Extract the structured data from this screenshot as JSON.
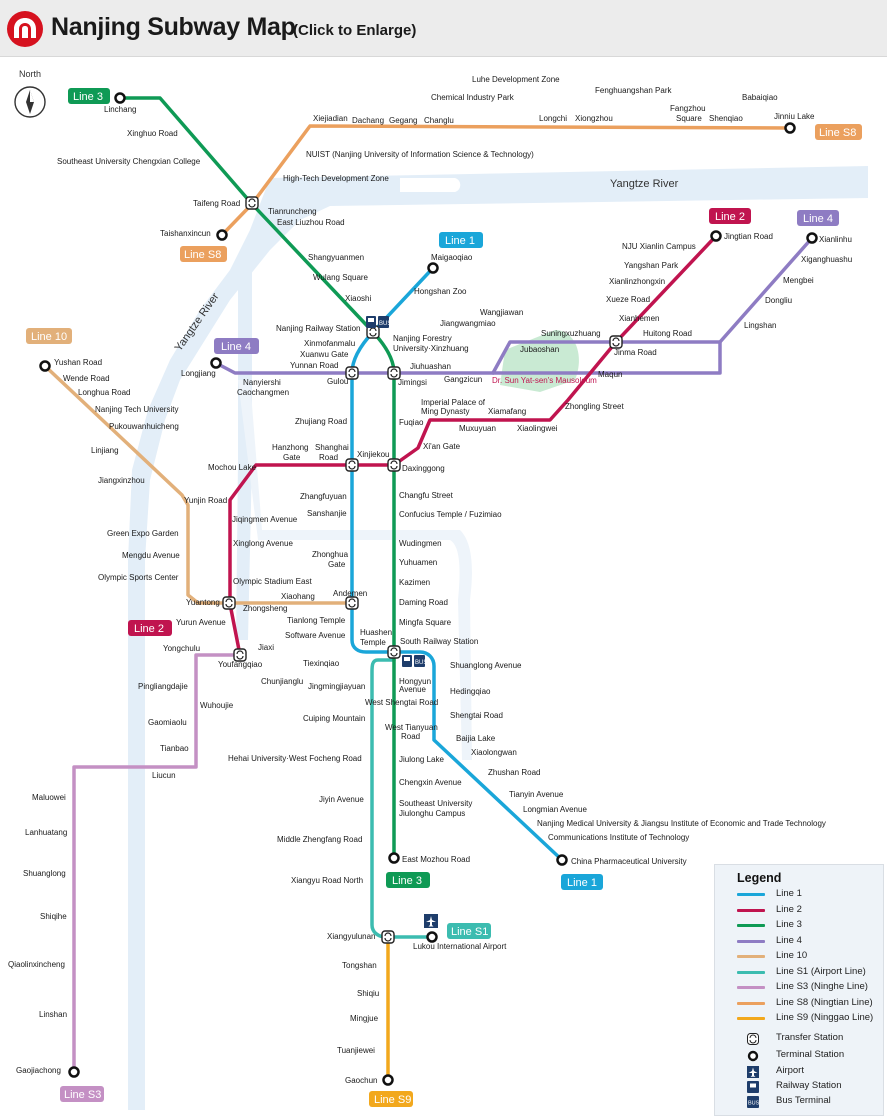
{
  "header": {
    "title": "Nanjing Subway Map",
    "subtitle": "(Click to Enlarge)"
  },
  "compass": {
    "label": "North"
  },
  "colors": {
    "line1": "#1aa6d9",
    "line2": "#c0144f",
    "line3": "#0f9a55",
    "line4": "#8e7cc3",
    "line10": "#e2b07a",
    "lineS1": "#3cbcb0",
    "lineS3": "#c490c4",
    "lineS8": "#eba05e",
    "lineS9": "#f2a81d",
    "river": "#e3eef8",
    "park": "#c9ead3"
  },
  "geo_labels": {
    "yangtze_river_north": "Yangtze River",
    "yangtze_river_west": "Yangtze River",
    "mausoleum": "Dr. Sun Yat-sen's Mausoleum"
  },
  "line_tags": {
    "line3_north": "Line 3",
    "line3_south": "Line 3",
    "line1_north": "Line 1",
    "line1_south": "Line 1",
    "line2_east": "Line 2",
    "line2_west": "Line 2",
    "line4_east": "Line 4",
    "line4_west": "Line 4",
    "line10": "Line 10",
    "lineS8_east": "Line S8",
    "lineS8_west": "Line S8",
    "lineS1": "Line S1",
    "lineS3": "Line S3",
    "lineS9": "Line S9"
  },
  "stations": {
    "linchang": "Linchang",
    "xinghuo_road": "Xinghuo Road",
    "southeast_chengxian": "Southeast University Chengxian College",
    "taifeng_road": "Taifeng Road",
    "taishanxincun": "Taishanxincun",
    "tianrunchneg": "Tianruncheng",
    "east_liuzhou_road": "East Liuzhou Road",
    "shangyuanmen": "Shangyuanmen",
    "wulang_square": "Wulang Square",
    "xiaoshi": "Xiaoshi",
    "nanjing_railway_station": "Nanjing Railway Station",
    "maigaoqiao": "Maigaoqiao",
    "hongshan_zoo": "Hongshan Zoo",
    "nanjing_forestry": "Nanjing Forestry",
    "nanjing_forestry_2": "University·Xinzhuang",
    "xinmofanmalu": "Xinmofanmalu",
    "xuanwu_gate": "Xuanwu Gate",
    "yunnan_road": "Yunnan Road",
    "gulou": "Gulou",
    "jimingsi": "Jimingsi",
    "jiuhuashan": "Jiuhuashan",
    "gangzicun": "Gangzicun",
    "jiangwangmiao": "Jiangwangmiao",
    "wangjiawan": "Wangjiawan",
    "jubaoshan": "Jubaoshan",
    "suningxuzhuang": "Suningxuzhuang",
    "jinma_road": "Jinma Road",
    "huitong_road": "Huitong Road",
    "lingshan": "Lingshan",
    "dongliu": "Dongliu",
    "mengbei": "Mengbei",
    "xiganghuashu": "Xiganghuashu",
    "xianlinhu": "Xianlinhu",
    "longjiang": "Longjiang",
    "nanyiershi": "Nanyiershi",
    "caochangmen": "Caochangmen",
    "zhujiang_road": "Zhujiang Road",
    "fuqiao": "Fuqiao",
    "imperial_palace": "Imperial Palace of",
    "imperial_palace_2": "Ming Dynasty",
    "xiamafang": "Xiamafang",
    "muxuyuan": "Muxuyuan",
    "xiaolingwei": "Xiaolingwei",
    "zhongling_street": "Zhongling Street",
    "maqun": "Maqun",
    "xianhemen": "Xianhemen",
    "xueze_road": "Xueze Road",
    "xianlinzhongxin": "Xianlinzhongxin",
    "yangshan_park": "Yangshan Park",
    "nju_xianlin": "NJU Xianlin Campus",
    "jingtian_road": "Jingtian Road",
    "xian_gate": "Xi'an Gate",
    "daxinggong": "Daxinggong",
    "xinjiekou": "Xinjiekou",
    "hanzhong_gate": "Hanzhong",
    "hanzhong_gate_2": "Gate",
    "shanghai_road": "Shanghai",
    "shanghai_road_2": "Road",
    "mochou_lake": "Mochou Lake",
    "yunjin_road": "Yunjin Road",
    "jiqingmen_avenue": "Jiqingmen Avenue",
    "xinglong_avenue": "Xinglong Avenue",
    "olympic_stadium_east": "Olympic Stadium East",
    "yuantong": "Yuantong",
    "yurun_avenue": "Yurun Avenue",
    "changfu_street": "Changfu Street",
    "confucius_temple": "Confucius Temple / Fuzimiao",
    "wudingmen": "Wudingmen",
    "yuhuamen": "Yuhuamen",
    "kazimen": "Kazimen",
    "daming_road": "Daming Road",
    "mingfa_square": "Mingfa Square",
    "south_railway_station": "South Railway Station",
    "zhangfuyuan": "Zhangfuyuan",
    "sanshanjie": "Sanshanjie",
    "zhonghua_gate": "Zhonghua",
    "zhonghua_gate_2": "Gate",
    "andemen": "Andemen",
    "tianlong_temple": "Tianlong Temple",
    "software_avenue": "Software Avenue",
    "huashen_temple": "Huashen",
    "huashen_temple_2": "Temple",
    "xiaohang": "Xiaohang",
    "zhongsheng": "Zhongsheng",
    "yushan_road": "Yushan Road",
    "wende_road": "Wende Road",
    "longhua_road": "Longhua Road",
    "nanjing_tech": "Nanjing Tech University",
    "pukouwanhuicheng": "Pukouwanhuicheng",
    "linjiang": "Linjiang",
    "jiangxinzhou": "Jiangxinzhou",
    "green_expo_garden": "Green Expo Garden",
    "mengdu_avenue": "Mengdu Avenue",
    "olympic_sports_center": "Olympic Sports Center",
    "xiejiadian": "Xiejiadian",
    "dachang": "Dachang",
    "gegang": "Gegang",
    "changlu": "Changlu",
    "luhe_dev_zone": "Luhe Development Zone",
    "chemical_industry_park": "Chemical Industry Park",
    "longchi": "Longchi",
    "xiongzhou": "Xiongzhou",
    "fenghuangshan_park": "Fenghuangshan Park",
    "fangzhou_square": "Fangzhou",
    "fangzhou_square_2": "Square",
    "shenqiao": "Shenqiao",
    "babaiqiao": "Babaiqiao",
    "jinniu_lake": "Jinniu Lake",
    "nuist": "NUIST (Nanjing University of Information Science & Technology)",
    "high_tech_zone": "High-Tech Development Zone",
    "yongchulu": "Yongchulu",
    "jiaxi": "Jiaxi",
    "youfangqiao": "Youfangqiao",
    "tiexinqiao": "Tiexinqiao",
    "chunjianglu": "Chunjianglu",
    "jingmingjiayuan": "Jingmingjiayuan",
    "pingliangdajie": "Pingliangdajie",
    "wuhoujie": "Wuhoujie",
    "gaomiaolu": "Gaomiaolu",
    "tianbao": "Tianbao",
    "liucun": "Liucun",
    "maluowei": "Maluowei",
    "lanhuatang": "Lanhuatang",
    "shuanglong": "Shuanglong",
    "shiqihe": "Shiqihe",
    "qiaolinxincheng": "Qiaolinxincheng",
    "linshan": "Linshan",
    "gaojiachong": "Gaojiachong",
    "shuanglong_avenue": "Shuanglong Avenue",
    "hedingqiao": "Hedingqiao",
    "shengtai_road": "Shengtai Road",
    "baijia_lake": "Baijia Lake",
    "xiaolongwan": "Xiaolongwan",
    "zhushan_road": "Zhushan Road",
    "tianyin_avenue": "Tianyin Avenue",
    "longmian_avenue": "Longmian Avenue",
    "njmu": "Nanjing Medical University & Jiangsu Institute of Economic and Trade Technology",
    "communications_inst": "Communications Institute of Technology",
    "china_pharmaceutical": "China Pharmaceutical University",
    "hongyun_avenue": "Hongyun",
    "hongyun_avenue_2": "Avenue",
    "west_shengtai": "West Shengtai Road",
    "west_tianyuan": "West Tianyuan",
    "west_tianyuan_2": "Road",
    "jiulong_lake": "Jiulong Lake",
    "chengxin_avenue": "Chengxin Avenue",
    "southeast_jiulonghu": "Southeast University",
    "southeast_jiulonghu_2": "Jiulonghu Campus",
    "east_mozhou_road": "East Mozhou Road",
    "cuiping_mountain": "Cuiping Mountain",
    "hehai_university": "Hehai University·West Focheng Road",
    "jiyin_avenue": "Jiyin Avenue",
    "middle_zhengfang": "Middle Zhengfang Road",
    "xiangyu_road_north": "Xiangyu Road North",
    "xiangyulunan": "Xiangyulunan",
    "lukou_airport": "Lukou International Airport",
    "tongshan": "Tongshan",
    "shiqiu": "Shiqiu",
    "mingjue": "Mingjue",
    "tuanjiewei": "Tuanjiewei",
    "gaochun": "Gaochun"
  },
  "legend": {
    "title": "Legend",
    "lines": [
      {
        "label": "Line 1",
        "color": "#1aa6d9"
      },
      {
        "label": "Line 2",
        "color": "#c0144f"
      },
      {
        "label": "Line 3",
        "color": "#0f9a55"
      },
      {
        "label": "Line 4",
        "color": "#8e7cc3"
      },
      {
        "label": "Line 10",
        "color": "#e2b07a"
      },
      {
        "label": "Line S1 (Airport Line)",
        "color": "#3cbcb0"
      },
      {
        "label": "Line S3 (Ninghe Line)",
        "color": "#c490c4"
      },
      {
        "label": "Line S8 (Ningtian Line)",
        "color": "#eba05e"
      },
      {
        "label": "Line S9 (Ninggao Line)",
        "color": "#f2a81d"
      }
    ],
    "symbols": [
      {
        "label": "Transfer Station",
        "icon": "transfer-icon"
      },
      {
        "label": "Terminal Station",
        "icon": "terminal-icon"
      },
      {
        "label": "Airport",
        "icon": "airport-icon"
      },
      {
        "label": "Railway Station",
        "icon": "railway-icon"
      },
      {
        "label": "Bus Terminal",
        "icon": "bus-icon"
      }
    ]
  }
}
